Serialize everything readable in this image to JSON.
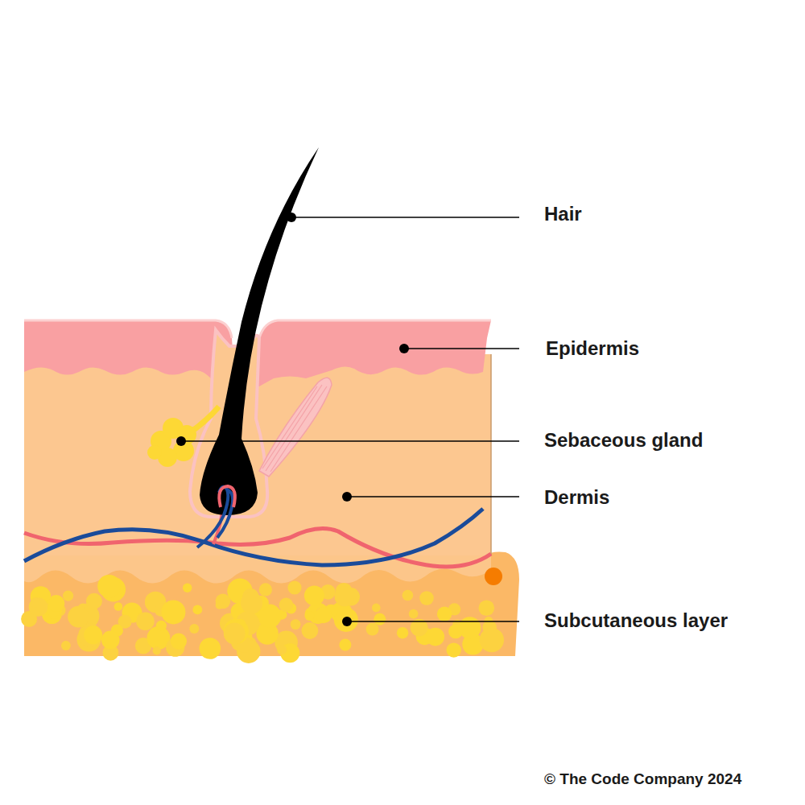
{
  "diagram": {
    "labels": [
      "Hair",
      "Epidermis",
      "Sebaceous gland",
      "Dermis",
      "Subcutaneous layer",
      "© The Code Company 2024"
    ]
  }
}
